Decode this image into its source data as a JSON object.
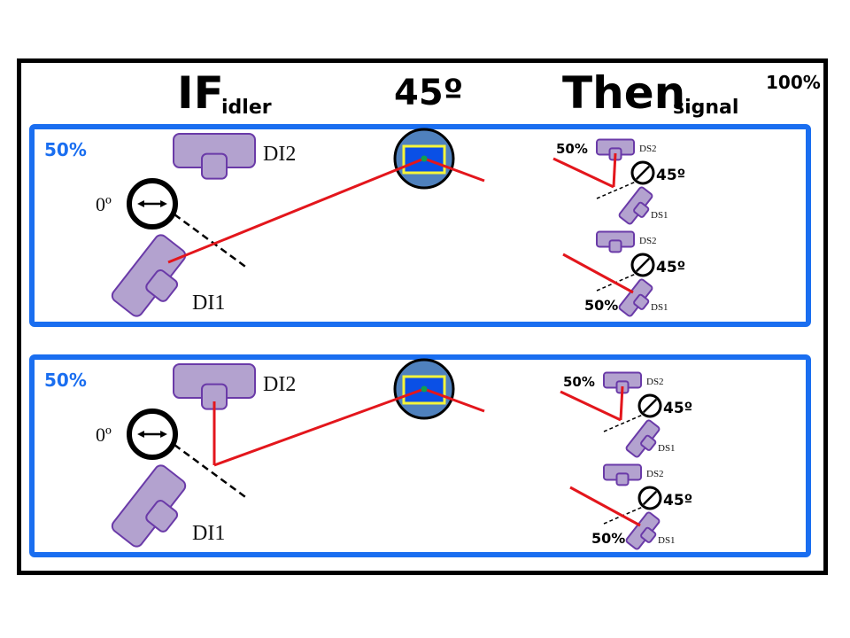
{
  "header": {
    "if_label": "IF",
    "if_sub": "idler",
    "angle_label": "45º",
    "then_label": "Then",
    "then_sub": "signal",
    "total_probability": "100%"
  },
  "colors": {
    "panel_border": "#1a6ef0",
    "panel_percent": "#1a6ef0",
    "detector_fill": "#b3a2cf",
    "detector_stroke": "#6a3aa8",
    "beam": "#e3161c",
    "crystal_outer": "#4f81bd",
    "crystal_inner": "#0a50e6",
    "crystal_frame": "#f5f53a",
    "crystal_center": "#10a050"
  },
  "panels": [
    {
      "percent": "50%",
      "idler": {
        "polarizer_angle": "0º",
        "beam_to": "DI1",
        "detector_top": "DI2",
        "detector_bottom": "DI1"
      },
      "signal": {
        "upper": {
          "percent": "50%",
          "polarizer_angle": "45º",
          "detector_top": "DS2",
          "detector_bottom": "DS1",
          "beam_to": "DS2"
        },
        "lower": {
          "percent": "50%",
          "polarizer_angle": "45º",
          "detector_top": "DS2",
          "detector_bottom": "DS1",
          "beam_to": "DS1"
        }
      }
    },
    {
      "percent": "50%",
      "idler": {
        "polarizer_angle": "0º",
        "beam_to": "DI2",
        "detector_top": "DI2",
        "detector_bottom": "DI1"
      },
      "signal": {
        "upper": {
          "percent": "50%",
          "polarizer_angle": "45º",
          "detector_top": "DS2",
          "detector_bottom": "DS1",
          "beam_to": "DS2"
        },
        "lower": {
          "percent": "50%",
          "polarizer_angle": "45º",
          "detector_top": "DS2",
          "detector_bottom": "DS1",
          "beam_to": "DS1"
        }
      }
    }
  ]
}
